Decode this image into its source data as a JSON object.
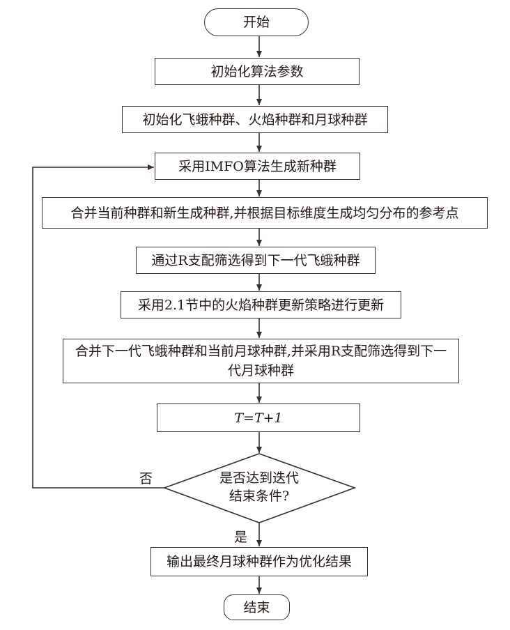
{
  "flowchart": {
    "start": "开始",
    "steps": [
      "初始化算法参数",
      "初始化飞蛾种群、火焰种群和月球种群",
      "采用IMFO算法生成新种群",
      "合并当前种群和新生成种群,并根据目标维度生成均匀分布的参考点",
      "通过R支配筛选得到下一代飞蛾种群",
      "采用2.1节中的火焰种群更新策略进行更新",
      "合并下一代飞蛾种群和当前月球种群,并采用R支配筛选得到下一代月球种群",
      "T=T+1"
    ],
    "decision": {
      "line1": "是否达到迭代",
      "line2": "结束条件?",
      "no_label": "否",
      "yes_label": "是"
    },
    "output": "输出最终月球种群作为优化结果",
    "end": "结束"
  },
  "colors": {
    "stroke": "#3a2e2a",
    "text": "#231815"
  }
}
